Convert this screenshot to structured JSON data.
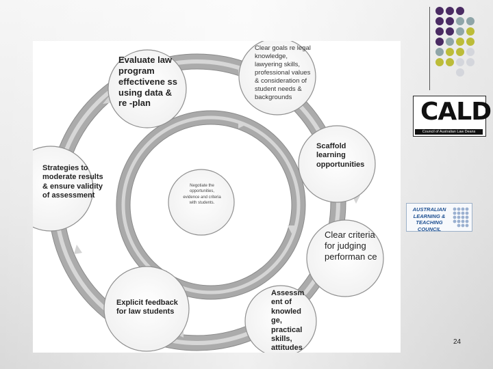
{
  "diagram": {
    "center_text": "Negotiate the opportunities, evidence and criteria with students.",
    "nodes": {
      "evaluate": "Evaluate law program effectivene ss using data & re -plan",
      "clear_goals": "Clear goals re legal knowledge, lawyering skills, professional values & consideration of student needs & backgrounds",
      "scaffold": "Scaffold learning opportunities",
      "strategies": "Strategies to moderate results & ensure validity of assessment",
      "criteria": "Clear criteria for judging performan ce",
      "feedback": "Explicit feedback for law students",
      "assessment": "Assessm ent of knowled ge, practical skills, attitudes"
    }
  },
  "logos": {
    "cald_main": "CALD",
    "cald_sub": "Council of Australian Law Deans",
    "altc": "AUSTRALIAN LEARNING & TEACHING COUNCIL"
  },
  "decor_dots": [
    [
      "#4a2b63",
      "#4a2b63",
      "#4a2b63",
      null
    ],
    [
      "#4a2b63",
      "#4a2b63",
      "#8fa5a8",
      "#8fa5a8"
    ],
    [
      "#4a2b63",
      "#4a2b63",
      "#8fa5a8",
      "#bcbc39"
    ],
    [
      "#4a2b63",
      "#8fa5a8",
      "#bcbc39",
      "#bcbc39"
    ],
    [
      "#8fa5a8",
      "#bcbc39",
      "#bcbc39",
      "#d4d6dc"
    ],
    [
      "#bcbc39",
      "#bcbc39",
      "#d4d6dc",
      "#d4d6dc"
    ],
    [
      null,
      null,
      "#d4d6dc",
      null
    ]
  ],
  "page_number": "24"
}
